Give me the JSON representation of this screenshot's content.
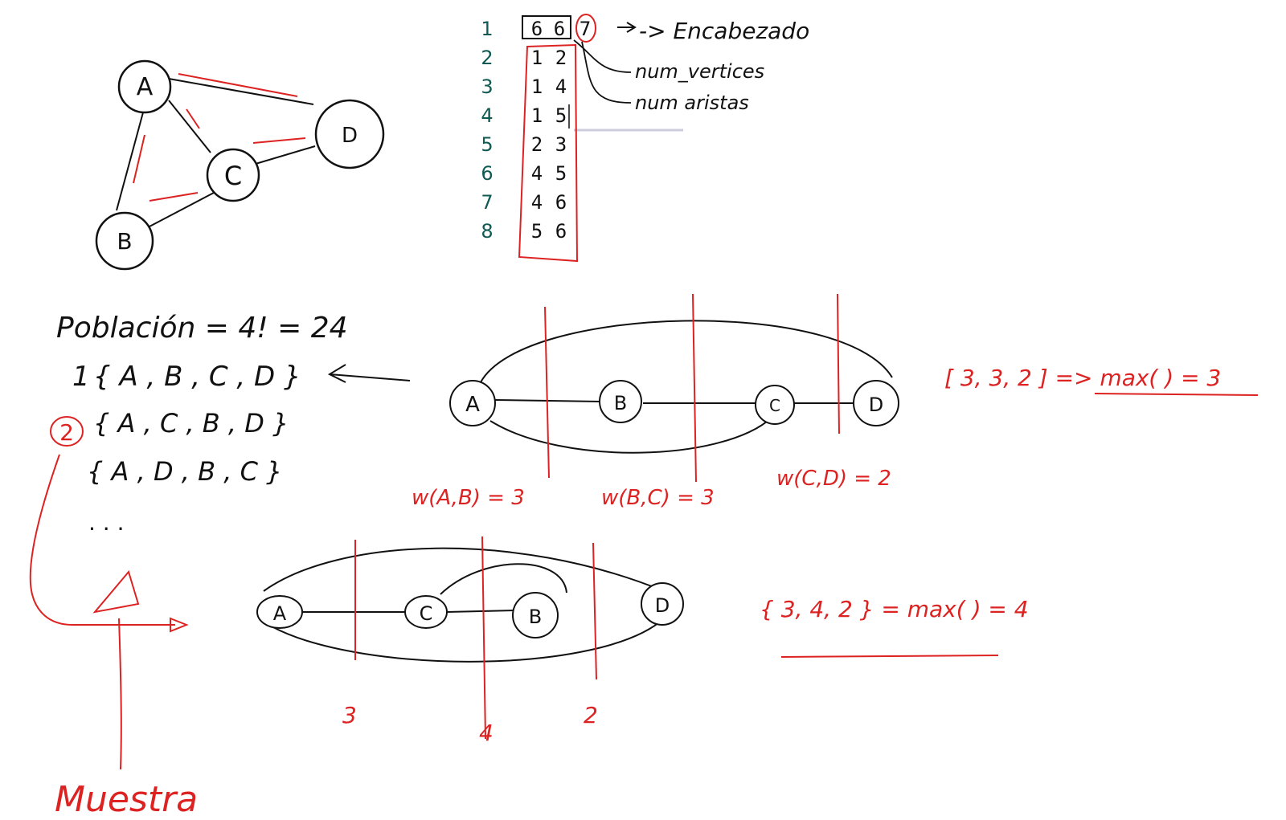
{
  "graph_nodes": [
    "A",
    "B",
    "C",
    "D"
  ],
  "file_lines": {
    "line_numbers": [
      "1",
      "2",
      "3",
      "4",
      "5",
      "6",
      "7",
      "8"
    ],
    "header": [
      "6",
      "6",
      "7"
    ],
    "rows": [
      [
        "1",
        "2"
      ],
      [
        "1",
        "4"
      ],
      [
        "1",
        "5"
      ],
      [
        "2",
        "3"
      ],
      [
        "4",
        "5"
      ],
      [
        "4",
        "6"
      ],
      [
        "5",
        "6"
      ]
    ]
  },
  "annotations": {
    "header_label": "-> Encabezado",
    "num_vertices": "num_vertices",
    "num_aristas": "num aristas"
  },
  "population": {
    "formula": "Población = 4! = 24",
    "perm1": "{ A , B , C , D }",
    "perm1_num": "1",
    "perm2": "{ A , C , B , D }",
    "perm2_num": "2",
    "perm3": "{ A , D , B , C }",
    "ellipsis": ". . ."
  },
  "layout1": {
    "nodes": [
      "A",
      "B",
      "C",
      "D"
    ],
    "weights": [
      "w(A,B) = 3",
      "w(B,C) = 3",
      "w(C,D) = 2"
    ],
    "result": "[ 3, 3, 2 ] => max( ) = 3"
  },
  "layout2": {
    "nodes": [
      "A",
      "C",
      "B",
      "D"
    ],
    "cut_labels": [
      "3",
      "4",
      "2"
    ],
    "result": "{ 3, 4, 2 } = max( ) = 4"
  },
  "muestra": "Muestra",
  "colors": {
    "ink": "#111111",
    "red": "#dd2222",
    "teal": "#0f5a52"
  }
}
